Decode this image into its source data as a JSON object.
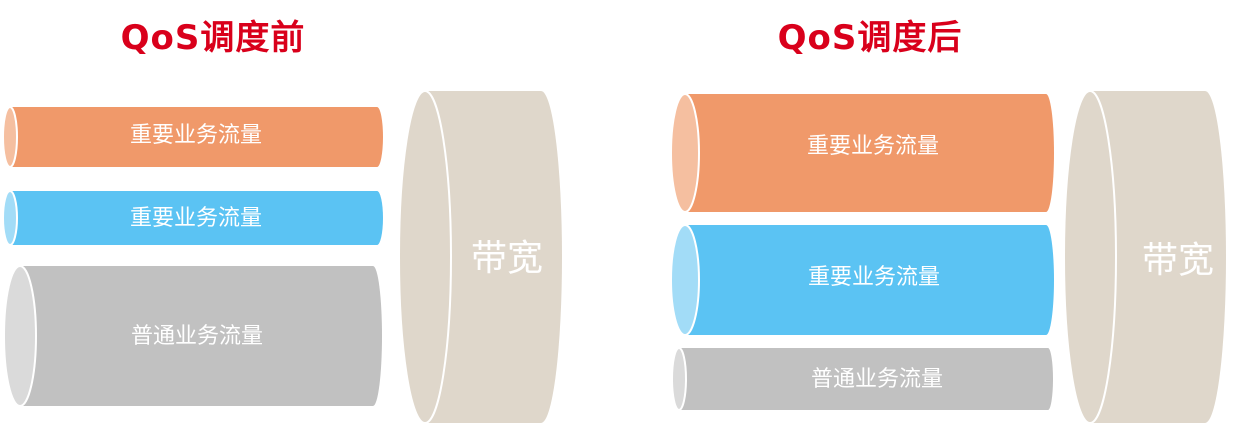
{
  "panels": {
    "before": {
      "title": "QoS调度前",
      "flows": [
        {
          "label": "重要业务流量",
          "color": "#f0996a",
          "cap_color": "#f5bfa0"
        },
        {
          "label": "重要业务流量",
          "color": "#5bc3f3",
          "cap_color": "#a2dcf7"
        },
        {
          "label": "普通业务流量",
          "color": "#c1c1c1",
          "cap_color": "#dadada"
        }
      ],
      "bandwidth": {
        "label": "带宽",
        "color": "#dfd7cb"
      }
    },
    "after": {
      "title": "QoS调度后",
      "flows": [
        {
          "label": "重要业务流量",
          "color": "#f0996a",
          "cap_color": "#f5bfa0"
        },
        {
          "label": "重要业务流量",
          "color": "#5bc3f3",
          "cap_color": "#a2dcf7"
        },
        {
          "label": "普通业务流量",
          "color": "#c1c1c1",
          "cap_color": "#dadada"
        }
      ],
      "bandwidth": {
        "label": "带宽",
        "color": "#dfd7cb"
      }
    }
  }
}
